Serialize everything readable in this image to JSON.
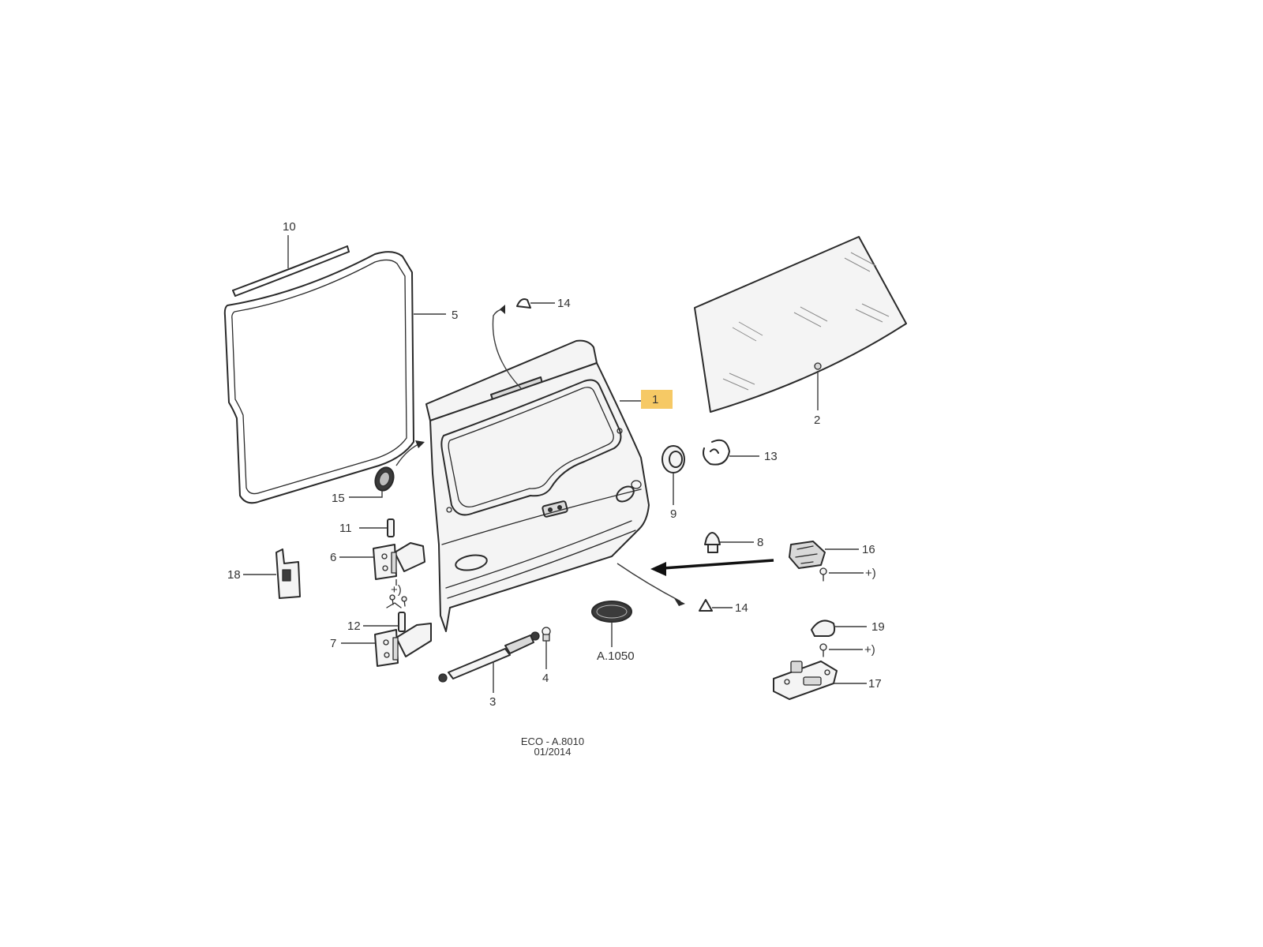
{
  "diagram": {
    "callouts": {
      "c1": "1",
      "c2": "2",
      "c3": "3",
      "c4": "4",
      "c5": "5",
      "c6": "6",
      "c7": "7",
      "c8": "8",
      "c9": "9",
      "c10": "10",
      "c11": "11",
      "c12": "12",
      "c13": "13",
      "c14_top": "14",
      "c14_bottom": "14",
      "c15": "15",
      "c16": "16",
      "c17": "17",
      "c18": "18",
      "c19": "19",
      "fastener_6": "+)",
      "fastener_16": "+)",
      "fastener_19": "+)",
      "emblem_ref": "A.1050"
    },
    "highlighted_callout": "1",
    "highlight_color": "#f5c04a",
    "footer": {
      "code": "ECO - A.8010",
      "date": "01/2014"
    }
  }
}
